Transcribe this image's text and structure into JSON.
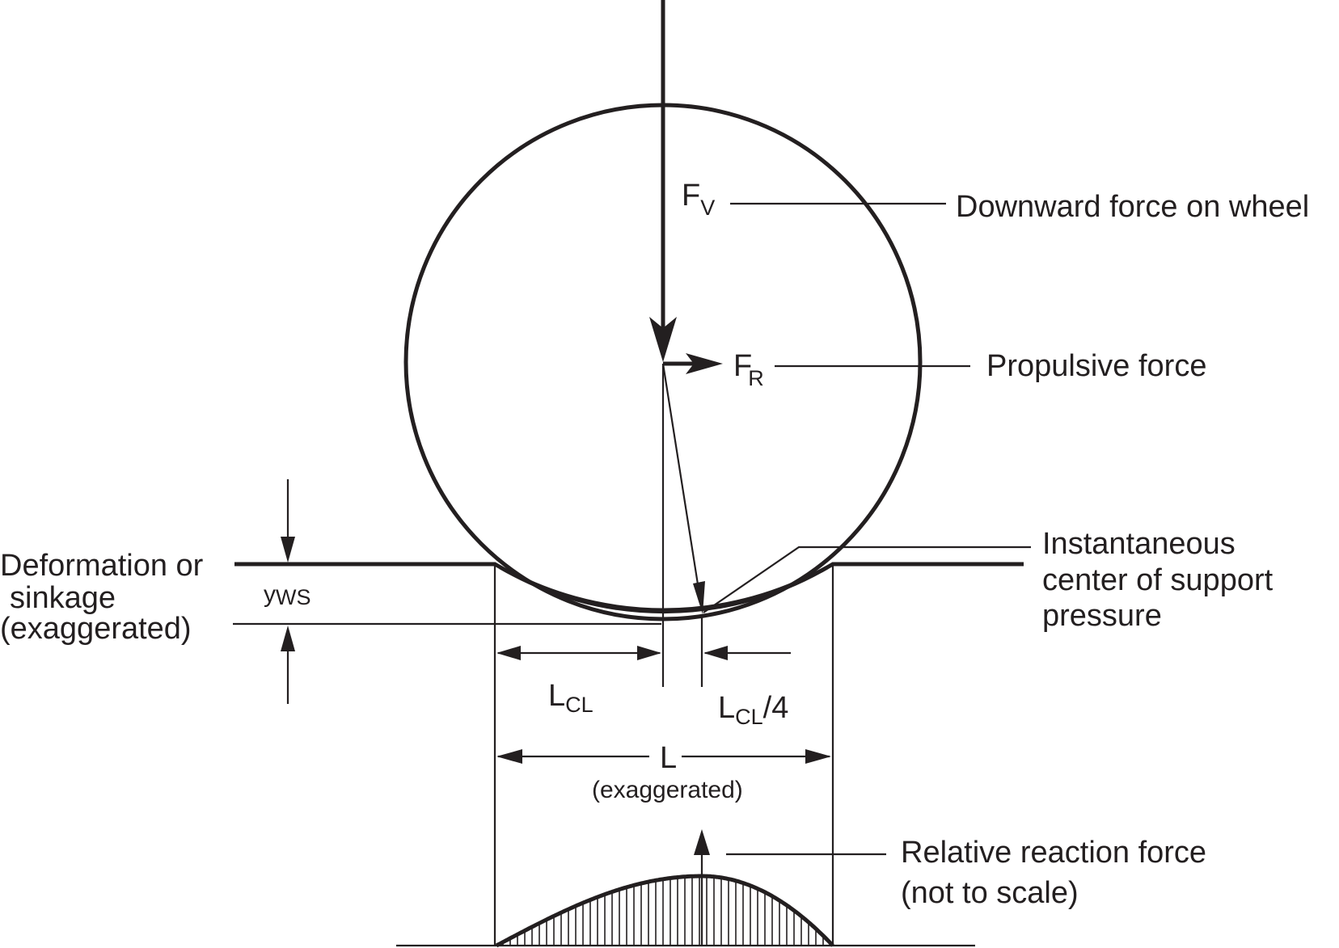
{
  "labels": {
    "fv_main": "F",
    "fv_sub": "V",
    "fv_desc": "Downward force on wheel",
    "fr_main": "F",
    "fr_sub": "R",
    "fr_desc": "Propulsive force",
    "center_line1": "Instantaneous",
    "center_line2": "center of support",
    "center_line3": "pressure",
    "deform_line1": "Deformation or",
    "deform_line2": "sinkage",
    "deform_line3": "(exaggerated)",
    "yws_main": "y",
    "yws_sub": "WS",
    "lcl_main": "L",
    "lcl_sub": "CL",
    "lcl4_main": "L",
    "lcl4_sub": "CL",
    "lcl4_tail": "/4",
    "l_main": "L",
    "l_note": "(exaggerated)",
    "reaction_line1": "Relative reaction force",
    "reaction_line2": "(not to scale)"
  },
  "colors": {
    "ink": "#231f20",
    "background": "#ffffff"
  }
}
